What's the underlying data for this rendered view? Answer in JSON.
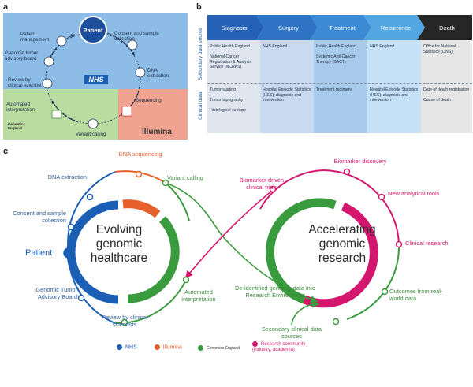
{
  "panel_letters": {
    "a": "a",
    "b": "b",
    "c": "c"
  },
  "panel_a": {
    "patient": "Patient",
    "consent": "Consent and sample collection",
    "dna_extraction": "DNA extraction",
    "sequencing": "Sequencing",
    "variant_calling": "Variant calling",
    "automated_interpretation": "Automated interpretation",
    "review": "Review by clinical scientist",
    "tumor_board": "Genomic tumor advisory board",
    "patient_management": "Patient management",
    "nhs_logo": "NHS",
    "illumina_logo": "Illumina",
    "genomics_logo": "Genomics England",
    "colors": {
      "nhs_blue": "#8dbde6",
      "green": "#b9dca1",
      "illumina_red": "#f1a391"
    }
  },
  "panel_b": {
    "row_labels": {
      "secondary": "Secondary data source",
      "clinical": "Clinical data"
    },
    "stages": [
      {
        "name": "Diagnosis",
        "color": "#2561b4",
        "source": "Public Health England\n\nNational Cancer Registration & Analysis Service (NCRAS)",
        "clinical": "Tumor staging\n\nTumor topography\n\nHistological subtype"
      },
      {
        "name": "Surgery",
        "color": "#2f74c4",
        "source": "NHS England",
        "clinical": "Hospital Episode Statistics (HES): diagnosis and intervention"
      },
      {
        "name": "Treatment",
        "color": "#3b8ad3",
        "source": "Public Health England\n\nSystemic Anti-Cancer Therapy (SACT)",
        "clinical": "Treatment regimens"
      },
      {
        "name": "Recurrence",
        "color": "#52a6e2",
        "source": "NHS England",
        "clinical": "Hospital Episode Statistics (HES): diagnosis and intervention"
      },
      {
        "name": "Death",
        "color": "#262626",
        "source": "Office for National Statistics (ONS)",
        "clinical": "Date of death registration\n\nCause of death"
      }
    ]
  },
  "panel_c": {
    "left_title": "Evolving genomic healthcare",
    "right_title": "Accelerating genomic research",
    "left_nodes": {
      "dna_sequencing": "DNA sequencing",
      "variant_calling": "Variant calling",
      "dna_extraction": "DNA extraction",
      "consent": "Consent and sample collection",
      "patient": "Patient",
      "tumor_board": "Genomic Tumor Advisory Board",
      "review": "Review by clinical scientists",
      "automated": "Automated interpretation"
    },
    "right_nodes": {
      "biomarker_discovery": "Biomarker discovery",
      "biomarker_trials": "Biomarker-driven clinical trials",
      "new_tools": "New analytical tools",
      "clinical_research": "Clinical research",
      "outcomes": "Outcomes from real-world data",
      "deidentified": "De-identified genomic data into Research Environment",
      "secondary": "Secondary clinical data sources"
    },
    "legend": [
      {
        "label": "NHS",
        "color": "#1b5fb5"
      },
      {
        "label": "Illumina",
        "color": "#e5602a"
      },
      {
        "label": "Genomics England",
        "color": "#3a9a3e"
      },
      {
        "label": "Research community (industry, academia)",
        "color": "#d4176e"
      }
    ]
  }
}
